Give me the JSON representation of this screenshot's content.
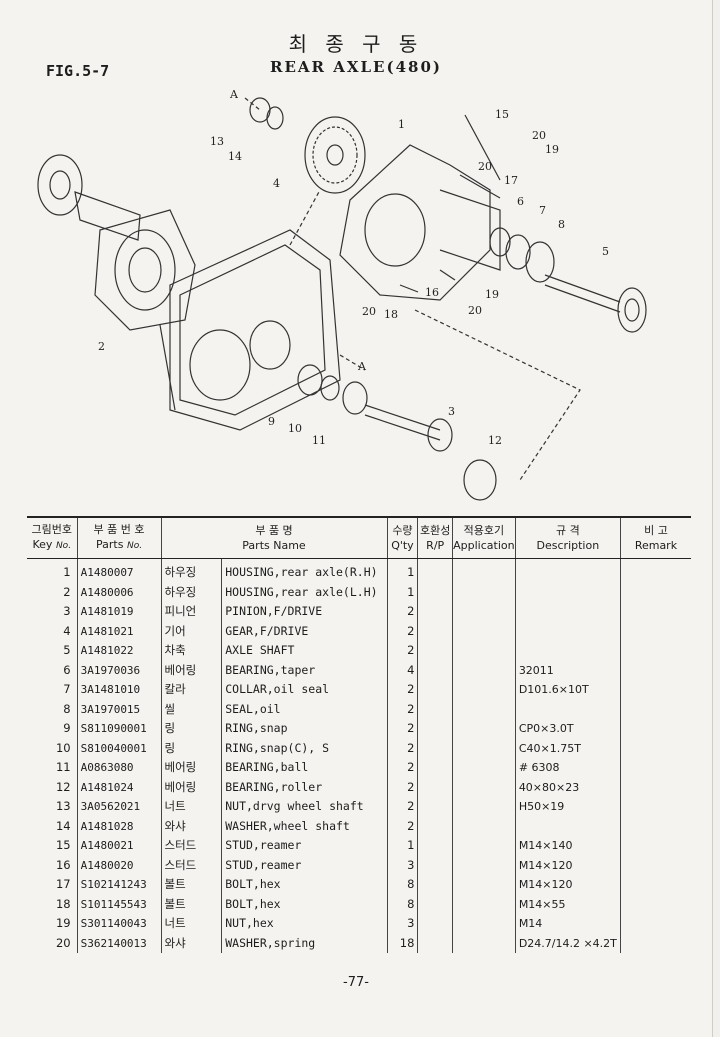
{
  "header": {
    "fig_label": "FIG.5-7",
    "title_korean": "최 종 구 동",
    "title_english": "REAR AXLE(480)"
  },
  "diagram": {
    "callouts": [
      "A",
      "13",
      "14",
      "4",
      "1",
      "15",
      "20",
      "19",
      "17",
      "20",
      "6",
      "7",
      "8",
      "5",
      "16",
      "19",
      "20",
      "18",
      "20",
      "2",
      "A",
      "9",
      "10",
      "11",
      "3",
      "12"
    ]
  },
  "table": {
    "headers": {
      "key_ko": "그림번호",
      "key_en": "Key",
      "key_sub": "No.",
      "pn_ko": "부 품 번 호",
      "pn_en": "Parts",
      "pn_sub": "No.",
      "name_ko": "부   품   명",
      "name_en": "Parts  Name",
      "qty_ko": "수량",
      "qty_en": "Q'ty",
      "rp_ko": "호환성",
      "rp_en": "R/P",
      "app_ko": "적용호기",
      "app_en": "Application",
      "desc_ko": "규   격",
      "desc_en": "Description",
      "rem_ko": "비   고",
      "rem_en": "Remark"
    },
    "rows": [
      {
        "key": "1",
        "pn": "A1480007",
        "ko": "하우징",
        "name": "HOUSING,rear axle(R.H)",
        "qty": "1",
        "desc": ""
      },
      {
        "key": "2",
        "pn": "A1480006",
        "ko": "하우징",
        "name": "HOUSING,rear axle(L.H)",
        "qty": "1",
        "desc": ""
      },
      {
        "key": "3",
        "pn": "A1481019",
        "ko": "피니언",
        "name": "PINION,F/DRIVE",
        "qty": "2",
        "desc": ""
      },
      {
        "key": "4",
        "pn": "A1481021",
        "ko": "기어",
        "name": "GEAR,F/DRIVE",
        "qty": "2",
        "desc": ""
      },
      {
        "key": "5",
        "pn": "A1481022",
        "ko": "차축",
        "name": "AXLE SHAFT",
        "qty": "2",
        "desc": ""
      },
      {
        "key": "6",
        "pn": "3A1970036",
        "ko": "베어링",
        "name": "BEARING,taper",
        "qty": "4",
        "desc": "32011"
      },
      {
        "key": "7",
        "pn": "3A1481010",
        "ko": "칼라",
        "name": "COLLAR,oil seal",
        "qty": "2",
        "desc": "D101.6×10T"
      },
      {
        "key": "8",
        "pn": "3A1970015",
        "ko": "씰",
        "name": "SEAL,oil",
        "qty": "2",
        "desc": ""
      },
      {
        "key": "9",
        "pn": "S811090001",
        "ko": "링",
        "name": "RING,snap",
        "qty": "2",
        "desc": "CP0×3.0T"
      },
      {
        "key": "10",
        "pn": "S810040001",
        "ko": "링",
        "name": "RING,snap(C), S",
        "qty": "2",
        "desc": "C40×1.75T"
      },
      {
        "key": "11",
        "pn": "A0863080",
        "ko": "베어링",
        "name": "BEARING,ball",
        "qty": "2",
        "desc": "# 6308"
      },
      {
        "key": "12",
        "pn": "A1481024",
        "ko": "베어링",
        "name": "BEARING,roller",
        "qty": "2",
        "desc": "40×80×23"
      },
      {
        "key": "13",
        "pn": "3A0562021",
        "ko": "너트",
        "name": "NUT,drvg wheel shaft",
        "qty": "2",
        "desc": "H50×19"
      },
      {
        "key": "14",
        "pn": "A1481028",
        "ko": "와샤",
        "name": "WASHER,wheel shaft",
        "qty": "2",
        "desc": ""
      },
      {
        "key": "15",
        "pn": "A1480021",
        "ko": "스터드",
        "name": "STUD,reamer",
        "qty": "1",
        "desc": "M14×140"
      },
      {
        "key": "16",
        "pn": "A1480020",
        "ko": "스터드",
        "name": "STUD,reamer",
        "qty": "3",
        "desc": "M14×120"
      },
      {
        "key": "17",
        "pn": "S102141243",
        "ko": "볼트",
        "name": "BOLT,hex",
        "qty": "8",
        "desc": "M14×120"
      },
      {
        "key": "18",
        "pn": "S101145543",
        "ko": "볼트",
        "name": "BOLT,hex",
        "qty": "8",
        "desc": "M14×55"
      },
      {
        "key": "19",
        "pn": "S301140043",
        "ko": "너트",
        "name": "NUT,hex",
        "qty": "3",
        "desc": "M14"
      },
      {
        "key": "20",
        "pn": "S362140013",
        "ko": "와샤",
        "name": "WASHER,spring",
        "qty": "18",
        "desc": "D24.7/14.2 ×4.2T"
      }
    ]
  },
  "footer": {
    "page_number": "-77-"
  }
}
